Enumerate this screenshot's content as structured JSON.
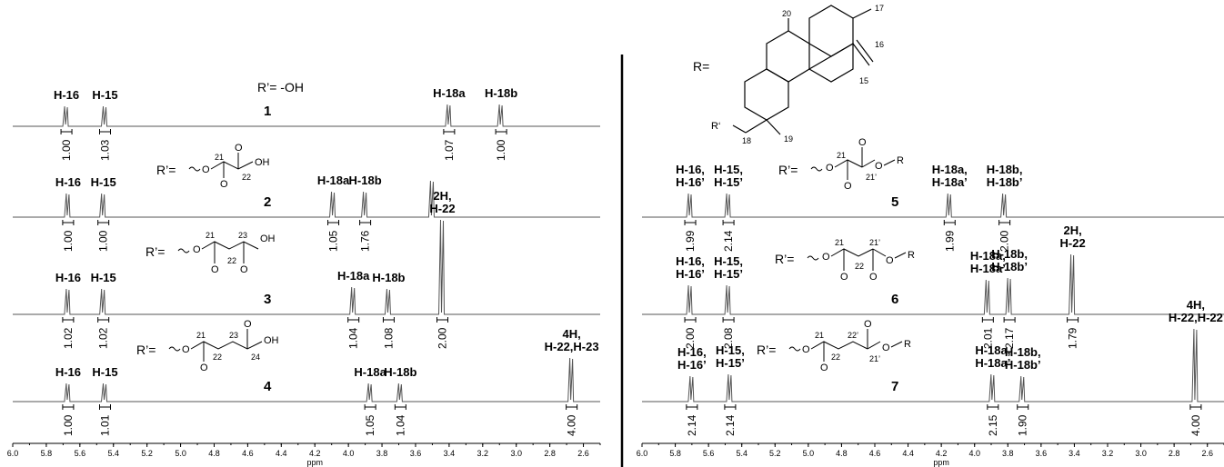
{
  "chart_data": [
    {
      "type": "line",
      "panel": "left",
      "xlabel": "ppm",
      "xlim": [
        6.0,
        2.5
      ],
      "reversed_x": true,
      "x_ticks": [
        "6.0",
        "5.8",
        "5.6",
        "5.4",
        "5.2",
        "5.0",
        "4.8",
        "4.6",
        "4.4",
        "4.2",
        "4.0",
        "3.8",
        "3.6",
        "3.4",
        "3.2",
        "3.0",
        "2.8",
        "2.6"
      ],
      "r_prime_header": "R’= -OH",
      "series": [
        {
          "compound": "1",
          "peaks": [
            {
              "label": [
                "H-16"
              ],
              "ppm": 5.68,
              "integral": "1.00"
            },
            {
              "label": [
                "H-15"
              ],
              "ppm": 5.45,
              "integral": "1.03"
            },
            {
              "label": [
                "H-18a"
              ],
              "ppm": 3.4,
              "integral": "1.07"
            },
            {
              "label": [
                "H-18b"
              ],
              "ppm": 3.09,
              "integral": "1.00"
            }
          ]
        },
        {
          "compound": "2",
          "peaks": [
            {
              "label": [
                "H-16"
              ],
              "ppm": 5.67,
              "integral": "1.00"
            },
            {
              "label": [
                "H-15"
              ],
              "ppm": 5.46,
              "integral": "1.00"
            },
            {
              "label": [
                "H-18a"
              ],
              "ppm": 4.09,
              "integral": "1.05"
            },
            {
              "label": [
                "H-18b"
              ],
              "ppm": 3.9,
              "integral": "1.76"
            },
            {
              "label": [],
              "ppm": 3.5,
              "integral": ""
            }
          ]
        },
        {
          "compound": "3",
          "peaks": [
            {
              "label": [
                "H-16"
              ],
              "ppm": 5.67,
              "integral": "1.02"
            },
            {
              "label": [
                "H-15"
              ],
              "ppm": 5.46,
              "integral": "1.02"
            },
            {
              "label": [
                "H-18a"
              ],
              "ppm": 3.97,
              "integral": "1.04"
            },
            {
              "label": [
                "H-18b"
              ],
              "ppm": 3.76,
              "integral": "1.08"
            },
            {
              "label": [
                "2H,",
                "H-22"
              ],
              "ppm": 3.44,
              "integral": "2.00"
            }
          ]
        },
        {
          "compound": "4",
          "peaks": [
            {
              "label": [
                "H-16"
              ],
              "ppm": 5.67,
              "integral": "1.00"
            },
            {
              "label": [
                "H-15"
              ],
              "ppm": 5.45,
              "integral": "1.01"
            },
            {
              "label": [
                "H-18a"
              ],
              "ppm": 3.87,
              "integral": "1.05"
            },
            {
              "label": [
                "H-18b"
              ],
              "ppm": 3.69,
              "integral": "1.04"
            },
            {
              "label": [
                "4H,",
                "H-22,H-23"
              ],
              "ppm": 2.67,
              "integral": "4.00"
            }
          ]
        }
      ]
    },
    {
      "type": "line",
      "panel": "right",
      "xlabel": "ppm",
      "xlim": [
        6.0,
        2.5
      ],
      "reversed_x": true,
      "x_ticks": [
        "6.0",
        "5.8",
        "5.6",
        "5.4",
        "5.2",
        "5.0",
        "4.8",
        "4.6",
        "4.4",
        "4.2",
        "4.0",
        "3.8",
        "3.6",
        "3.4",
        "3.2",
        "3.0",
        "2.8",
        "2.6"
      ],
      "r_header": "R=",
      "series": [
        {
          "compound": "5",
          "peaks": [
            {
              "label": [
                "H-16,",
                "H-16’"
              ],
              "ppm": 5.71,
              "integral": "1.99"
            },
            {
              "label": [
                "H-15,",
                "H-15’"
              ],
              "ppm": 5.48,
              "integral": "2.14"
            },
            {
              "label": [
                "H-18a,",
                "H-18a’"
              ],
              "ppm": 4.15,
              "integral": "1.99"
            },
            {
              "label": [
                "H-18b,",
                "H-18b’"
              ],
              "ppm": 3.82,
              "integral": "2.00"
            }
          ]
        },
        {
          "compound": "6",
          "peaks": [
            {
              "label": [
                "H-16,",
                "H-16’"
              ],
              "ppm": 5.71,
              "integral": "2.00"
            },
            {
              "label": [
                "H-15,",
                "H-15’"
              ],
              "ppm": 5.48,
              "integral": "2.08"
            },
            {
              "label": [
                "H-18a,",
                "H-18a’"
              ],
              "ppm": 3.92,
              "integral": "2.01"
            },
            {
              "label": [
                "H-18b,",
                "H-18b’"
              ],
              "ppm": 3.79,
              "integral": "2.17"
            },
            {
              "label": [
                "2H,",
                "H-22"
              ],
              "ppm": 3.41,
              "integral": "1.79"
            }
          ]
        },
        {
          "compound": "7",
          "peaks": [
            {
              "label": [
                "H-16,",
                "H-16’"
              ],
              "ppm": 5.7,
              "integral": "2.14"
            },
            {
              "label": [
                "H-15,",
                "H-15’"
              ],
              "ppm": 5.47,
              "integral": "2.14"
            },
            {
              "label": [
                "H-18a,",
                "H-18a’"
              ],
              "ppm": 3.89,
              "integral": "2.15"
            },
            {
              "label": [
                "H-18b,",
                "H-18b’"
              ],
              "ppm": 3.71,
              "integral": "1.90"
            },
            {
              "label": [
                "4H,",
                "H-22,H-22"
              ],
              "ppm": 2.67,
              "integral": "4.00"
            }
          ]
        }
      ]
    }
  ],
  "structures": {
    "r2": {
      "prefix": "R’=",
      "nums": [
        "21",
        "22"
      ],
      "tail": "OH"
    },
    "r3": {
      "prefix": "R’=",
      "nums": [
        "21",
        "22",
        "23"
      ],
      "tail": "OH"
    },
    "r4": {
      "prefix": "R’=",
      "nums": [
        "21",
        "22",
        "23",
        "24"
      ],
      "tail": "OH"
    },
    "r5": {
      "prefix": "R’=",
      "nums": [
        "21",
        "21’"
      ],
      "tail": "R"
    },
    "r6": {
      "prefix": "R’=",
      "nums": [
        "21",
        "22",
        "21’"
      ],
      "tail": "R"
    },
    "r7": {
      "prefix": "R’=",
      "nums": [
        "21",
        "22",
        "22’",
        "21’"
      ],
      "tail": "R"
    },
    "core": {
      "nums": [
        "20",
        "17",
        "16",
        "15",
        "18",
        "19"
      ],
      "rprime": "R‘"
    }
  },
  "colors": {
    "trace": "#555555",
    "ink": "#000000"
  }
}
